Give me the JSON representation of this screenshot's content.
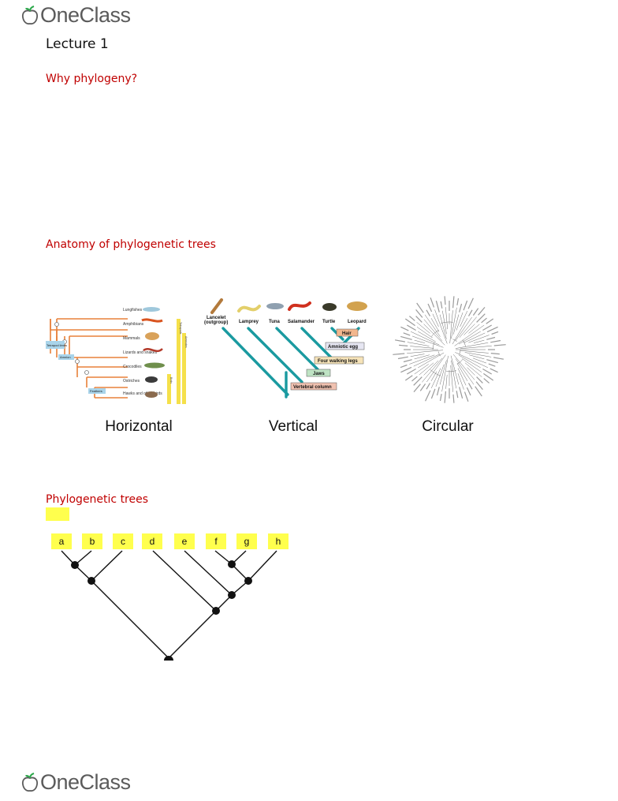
{
  "brand": {
    "name": "OneClass"
  },
  "lecture": {
    "title": "Lecture 1"
  },
  "sections": {
    "why": "Why phylogeny?",
    "anatomy": "Anatomy of phylogenetic trees",
    "trees": "Phylogenetic trees"
  },
  "figure": {
    "captions": {
      "horizontal": "Horizontal",
      "vertical": "Vertical",
      "circular": "Circular"
    },
    "horizontal": {
      "taxa": [
        "Lungfishes",
        "Amphibians",
        "Mammals",
        "Lizards and snakes",
        "Crocodiles",
        "Ostriches",
        "Hawks and other birds"
      ],
      "labels": [
        "Tetrapod limbs",
        "Amnion",
        "Feathers"
      ],
      "groups": [
        "Tetrapods",
        "Amniotes",
        "Birds"
      ]
    },
    "vertical": {
      "taxa": [
        "Lancelet (outgroup)",
        "Lamprey",
        "Tuna",
        "Salamander",
        "Turtle",
        "Leopard"
      ],
      "traits": [
        "Hair",
        "Amniotic egg",
        "Four walking legs",
        "Jaws",
        "Vertebral column"
      ]
    }
  },
  "tree": {
    "leaves": [
      "a",
      "b",
      "c",
      "d",
      "e",
      "f",
      "g",
      "h"
    ]
  },
  "colors": {
    "heading": "#c00000",
    "highlight": "#ffff4d",
    "teal": "#1a9aa0",
    "orange": "#e8803a"
  }
}
